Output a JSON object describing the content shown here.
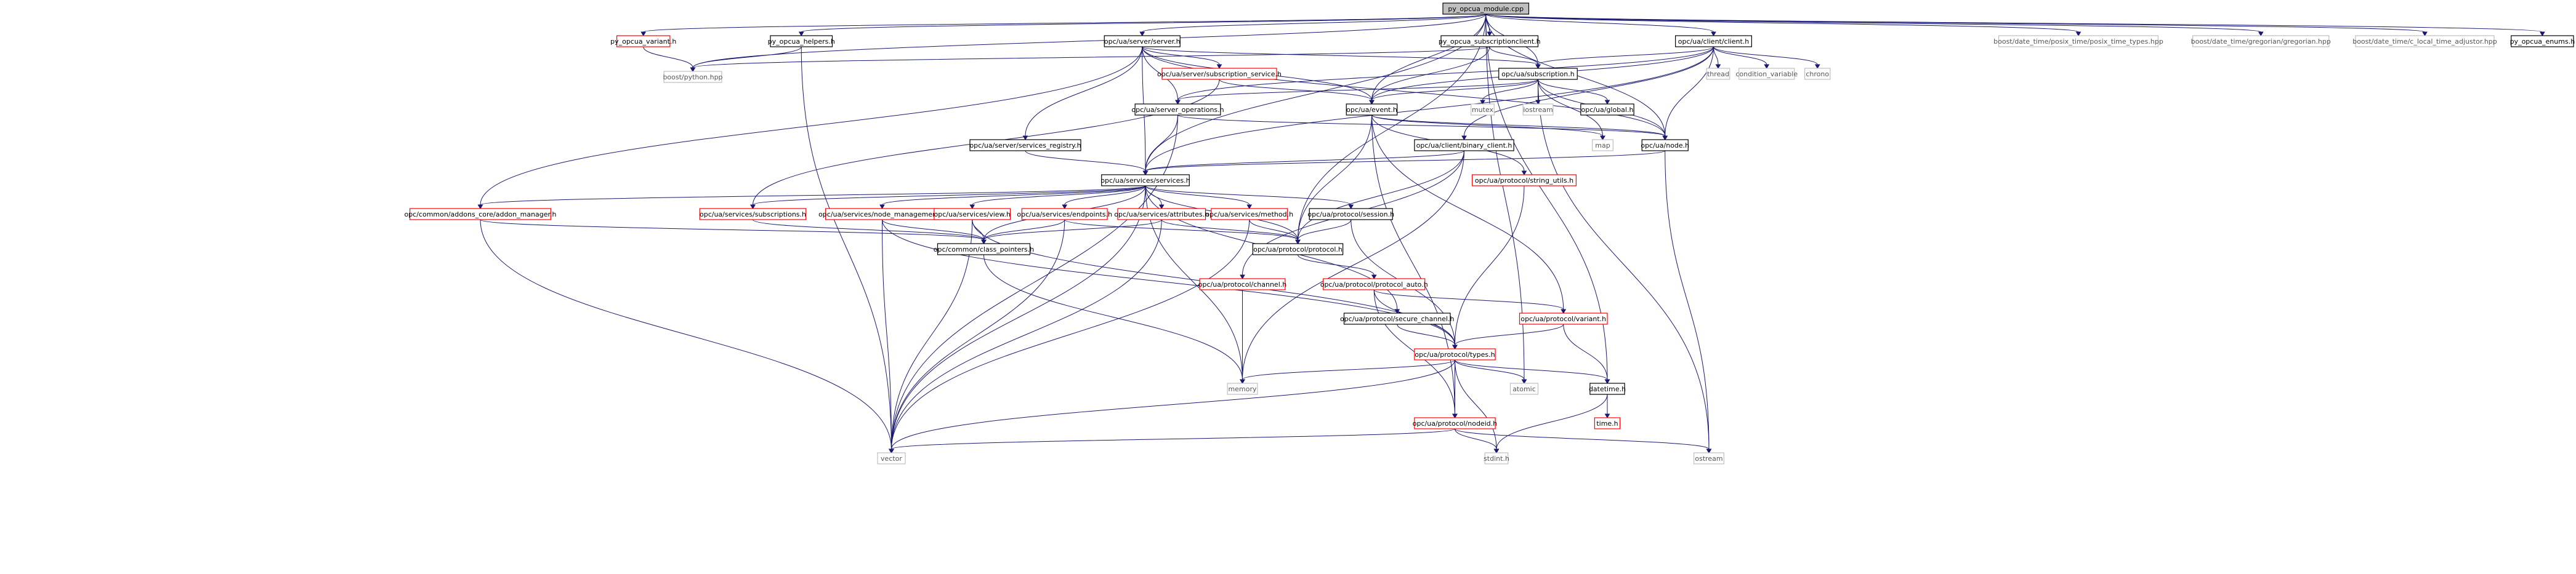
{
  "title": "py_opcua_module.cpp",
  "colors": {
    "edge": "#191970",
    "root_fill": "#bfbfbf",
    "normal_border": "#000000",
    "missing_border": "#ff0000",
    "system_border": "#bfbfbf",
    "normal_text": "#000000",
    "system_text": "#555555"
  },
  "nodes": [
    {
      "id": "root",
      "label": "py_opcua_module.cpp",
      "kind": "root"
    },
    {
      "id": "py_opcua_variant",
      "label": "py_opcua_variant.h",
      "kind": "missing"
    },
    {
      "id": "py_opcua_helpers",
      "label": "py_opcua_helpers.h",
      "kind": "normal"
    },
    {
      "id": "server_h",
      "label": "opc/ua/server/server.h",
      "kind": "normal"
    },
    {
      "id": "py_opcua_subscriptionclient",
      "label": "py_opcua_subscriptionclient.h",
      "kind": "normal"
    },
    {
      "id": "client_h",
      "label": "opc/ua/client/client.h",
      "kind": "normal"
    },
    {
      "id": "posix_time_types",
      "label": "boost/date_time/posix_time/posix_time_types.hpp",
      "kind": "system"
    },
    {
      "id": "gregorian",
      "label": "boost/date_time/gregorian/gregorian.hpp",
      "kind": "system"
    },
    {
      "id": "c_local_time_adjustor",
      "label": "boost/date_time/c_local_time_adjustor.hpp",
      "kind": "system"
    },
    {
      "id": "py_opcua_enums",
      "label": "py_opcua_enums.h",
      "kind": "normal"
    },
    {
      "id": "boost_python",
      "label": "boost/python.hpp",
      "kind": "system"
    },
    {
      "id": "subscription_service",
      "label": "opc/ua/server/subscription_service.h",
      "kind": "missing"
    },
    {
      "id": "subscription_h",
      "label": "opc/ua/subscription.h",
      "kind": "normal"
    },
    {
      "id": "thread",
      "label": "thread",
      "kind": "system"
    },
    {
      "id": "condition_variable",
      "label": "condition_variable",
      "kind": "system"
    },
    {
      "id": "chrono",
      "label": "chrono",
      "kind": "system"
    },
    {
      "id": "server_operations",
      "label": "opc/ua/server_operations.h",
      "kind": "normal"
    },
    {
      "id": "event_h",
      "label": "opc/ua/event.h",
      "kind": "normal"
    },
    {
      "id": "mutex",
      "label": "mutex",
      "kind": "system"
    },
    {
      "id": "iostream",
      "label": "iostream",
      "kind": "system"
    },
    {
      "id": "global_h",
      "label": "opc/ua/global.h",
      "kind": "normal"
    },
    {
      "id": "services_registry",
      "label": "opc/ua/server/services_registry.h",
      "kind": "normal"
    },
    {
      "id": "binary_client",
      "label": "opc/ua/client/binary_client.h",
      "kind": "normal"
    },
    {
      "id": "map",
      "label": "map",
      "kind": "system"
    },
    {
      "id": "node_h",
      "label": "opc/ua/node.h",
      "kind": "normal"
    },
    {
      "id": "services_h",
      "label": "opc/ua/services/services.h",
      "kind": "normal"
    },
    {
      "id": "string_utils",
      "label": "opc/ua/protocol/string_utils.h",
      "kind": "missing"
    },
    {
      "id": "addon_manager",
      "label": "opc/common/addons_core/addon_manager.h",
      "kind": "missing"
    },
    {
      "id": "subscriptions_h",
      "label": "opc/ua/services/subscriptions.h",
      "kind": "missing"
    },
    {
      "id": "node_management",
      "label": "opc/ua/services/node_management.h",
      "kind": "missing"
    },
    {
      "id": "view_h",
      "label": "opc/ua/services/view.h",
      "kind": "missing"
    },
    {
      "id": "endpoints_h",
      "label": "opc/ua/services/endpoints.h",
      "kind": "missing"
    },
    {
      "id": "attributes_h",
      "label": "opc/ua/services/attributes.h",
      "kind": "missing"
    },
    {
      "id": "method_h",
      "label": "opc/ua/services/method.h",
      "kind": "missing"
    },
    {
      "id": "session_h",
      "label": "opc/ua/protocol/session.h",
      "kind": "normal"
    },
    {
      "id": "class_pointers",
      "label": "opc/common/class_pointers.h",
      "kind": "normal"
    },
    {
      "id": "protocol_h",
      "label": "opc/ua/protocol/protocol.h",
      "kind": "normal"
    },
    {
      "id": "channel_h",
      "label": "opc/ua/protocol/channel.h",
      "kind": "missing"
    },
    {
      "id": "protocol_auto",
      "label": "opc/ua/protocol/protocol_auto.h",
      "kind": "missing"
    },
    {
      "id": "secure_channel",
      "label": "opc/ua/protocol/secure_channel.h",
      "kind": "normal"
    },
    {
      "id": "variant_h",
      "label": "opc/ua/protocol/variant.h",
      "kind": "missing"
    },
    {
      "id": "types_h",
      "label": "opc/ua/protocol/types.h",
      "kind": "missing"
    },
    {
      "id": "memory",
      "label": "memory",
      "kind": "system"
    },
    {
      "id": "atomic",
      "label": "atomic",
      "kind": "system"
    },
    {
      "id": "datetime_h",
      "label": "datetime.h",
      "kind": "normal"
    },
    {
      "id": "nodeid_h",
      "label": "opc/ua/protocol/nodeid.h",
      "kind": "missing"
    },
    {
      "id": "time_h",
      "label": "time.h",
      "kind": "missing"
    },
    {
      "id": "vector",
      "label": "vector",
      "kind": "system"
    },
    {
      "id": "stdint",
      "label": "stdint.h",
      "kind": "system"
    },
    {
      "id": "ostream",
      "label": "ostream",
      "kind": "system"
    }
  ],
  "edges": [
    [
      "root",
      "py_opcua_variant"
    ],
    [
      "root",
      "py_opcua_helpers"
    ],
    [
      "root",
      "server_h"
    ],
    [
      "root",
      "py_opcua_subscriptionclient"
    ],
    [
      "root",
      "client_h"
    ],
    [
      "root",
      "posix_time_types"
    ],
    [
      "root",
      "gregorian"
    ],
    [
      "root",
      "c_local_time_adjustor"
    ],
    [
      "root",
      "py_opcua_enums"
    ],
    [
      "root",
      "boost_python"
    ],
    [
      "root",
      "subscription_h"
    ],
    [
      "root",
      "event_h"
    ],
    [
      "root",
      "node_h"
    ],
    [
      "root",
      "services_h"
    ],
    [
      "root",
      "protocol_h"
    ],
    [
      "root",
      "datetime_h"
    ],
    [
      "root",
      "atomic"
    ],
    [
      "py_opcua_variant",
      "boost_python"
    ],
    [
      "py_opcua_helpers",
      "boost_python"
    ],
    [
      "py_opcua_helpers",
      "vector"
    ],
    [
      "server_h",
      "subscription_service"
    ],
    [
      "server_h",
      "server_operations"
    ],
    [
      "server_h",
      "services_registry"
    ],
    [
      "server_h",
      "subscription_h"
    ],
    [
      "server_h",
      "event_h"
    ],
    [
      "server_h",
      "services_h"
    ],
    [
      "server_h",
      "node_h"
    ],
    [
      "server_h",
      "addon_manager"
    ],
    [
      "py_opcua_subscriptionclient",
      "boost_python"
    ],
    [
      "py_opcua_subscriptionclient",
      "subscription_h"
    ],
    [
      "py_opcua_subscriptionclient",
      "event_h"
    ],
    [
      "client_h",
      "subscription_h"
    ],
    [
      "client_h",
      "thread"
    ],
    [
      "client_h",
      "condition_variable"
    ],
    [
      "client_h",
      "chrono"
    ],
    [
      "client_h",
      "binary_client"
    ],
    [
      "client_h",
      "node_h"
    ],
    [
      "client_h",
      "server_operations"
    ],
    [
      "client_h",
      "services_h"
    ],
    [
      "client_h",
      "event_h"
    ],
    [
      "subscription_service",
      "event_h"
    ],
    [
      "subscription_service",
      "subscriptions_h"
    ],
    [
      "subscription_h",
      "event_h"
    ],
    [
      "subscription_h",
      "mutex"
    ],
    [
      "subscription_h",
      "iostream"
    ],
    [
      "subscription_h",
      "global_h"
    ],
    [
      "subscription_h",
      "map"
    ],
    [
      "subscription_h",
      "node_h"
    ],
    [
      "subscription_h",
      "server_operations"
    ],
    [
      "subscription_h",
      "ostream"
    ],
    [
      "server_operations",
      "services_h"
    ],
    [
      "server_operations",
      "node_h"
    ],
    [
      "server_operations",
      "vector"
    ],
    [
      "event_h",
      "node_h"
    ],
    [
      "event_h",
      "map"
    ],
    [
      "event_h",
      "string_utils"
    ],
    [
      "event_h",
      "variant_h"
    ],
    [
      "event_h",
      "nodeid_h"
    ],
    [
      "event_h",
      "protocol_h"
    ],
    [
      "services_registry",
      "services_h"
    ],
    [
      "binary_client",
      "services_h"
    ],
    [
      "binary_client",
      "channel_h"
    ],
    [
      "binary_client",
      "memory"
    ],
    [
      "binary_client",
      "protocol_h"
    ],
    [
      "node_h",
      "services_h"
    ],
    [
      "node_h",
      "ostream"
    ],
    [
      "services_h",
      "addon_manager"
    ],
    [
      "services_h",
      "subscriptions_h"
    ],
    [
      "services_h",
      "node_management"
    ],
    [
      "services_h",
      "view_h"
    ],
    [
      "services_h",
      "endpoints_h"
    ],
    [
      "services_h",
      "attributes_h"
    ],
    [
      "services_h",
      "method_h"
    ],
    [
      "services_h",
      "session_h"
    ],
    [
      "services_h",
      "class_pointers"
    ],
    [
      "services_h",
      "secure_channel"
    ],
    [
      "services_h",
      "memory"
    ],
    [
      "services_h",
      "vector"
    ],
    [
      "services_h",
      "protocol_h"
    ],
    [
      "string_utils",
      "types_h"
    ],
    [
      "addon_manager",
      "class_pointers"
    ],
    [
      "addon_manager",
      "vector"
    ],
    [
      "subscriptions_h",
      "class_pointers"
    ],
    [
      "node_management",
      "class_pointers"
    ],
    [
      "node_management",
      "types_h"
    ],
    [
      "node_management",
      "vector"
    ],
    [
      "view_h",
      "class_pointers"
    ],
    [
      "view_h",
      "types_h"
    ],
    [
      "view_h",
      "vector"
    ],
    [
      "endpoints_h",
      "class_pointers"
    ],
    [
      "endpoints_h",
      "protocol_h"
    ],
    [
      "endpoints_h",
      "vector"
    ],
    [
      "attributes_h",
      "class_pointers"
    ],
    [
      "attributes_h",
      "protocol_h"
    ],
    [
      "attributes_h",
      "vector"
    ],
    [
      "method_h",
      "protocol_h"
    ],
    [
      "method_h",
      "vector"
    ],
    [
      "session_h",
      "protocol_h"
    ],
    [
      "session_h",
      "types_h"
    ],
    [
      "class_pointers",
      "memory"
    ],
    [
      "protocol_h",
      "protocol_auto"
    ],
    [
      "channel_h",
      "memory"
    ],
    [
      "protocol_auto",
      "variant_h"
    ],
    [
      "protocol_auto",
      "types_h"
    ],
    [
      "protocol_auto",
      "nodeid_h"
    ],
    [
      "secure_channel",
      "types_h"
    ],
    [
      "variant_h",
      "types_h"
    ],
    [
      "variant_h",
      "datetime_h"
    ],
    [
      "types_h",
      "memory"
    ],
    [
      "types_h",
      "atomic"
    ],
    [
      "types_h",
      "datetime_h"
    ],
    [
      "types_h",
      "nodeid_h"
    ],
    [
      "types_h",
      "vector"
    ],
    [
      "types_h",
      "stdint"
    ],
    [
      "datetime_h",
      "time_h"
    ],
    [
      "datetime_h",
      "stdint"
    ],
    [
      "nodeid_h",
      "vector"
    ],
    [
      "nodeid_h",
      "stdint"
    ],
    [
      "nodeid_h",
      "ostream"
    ]
  ]
}
